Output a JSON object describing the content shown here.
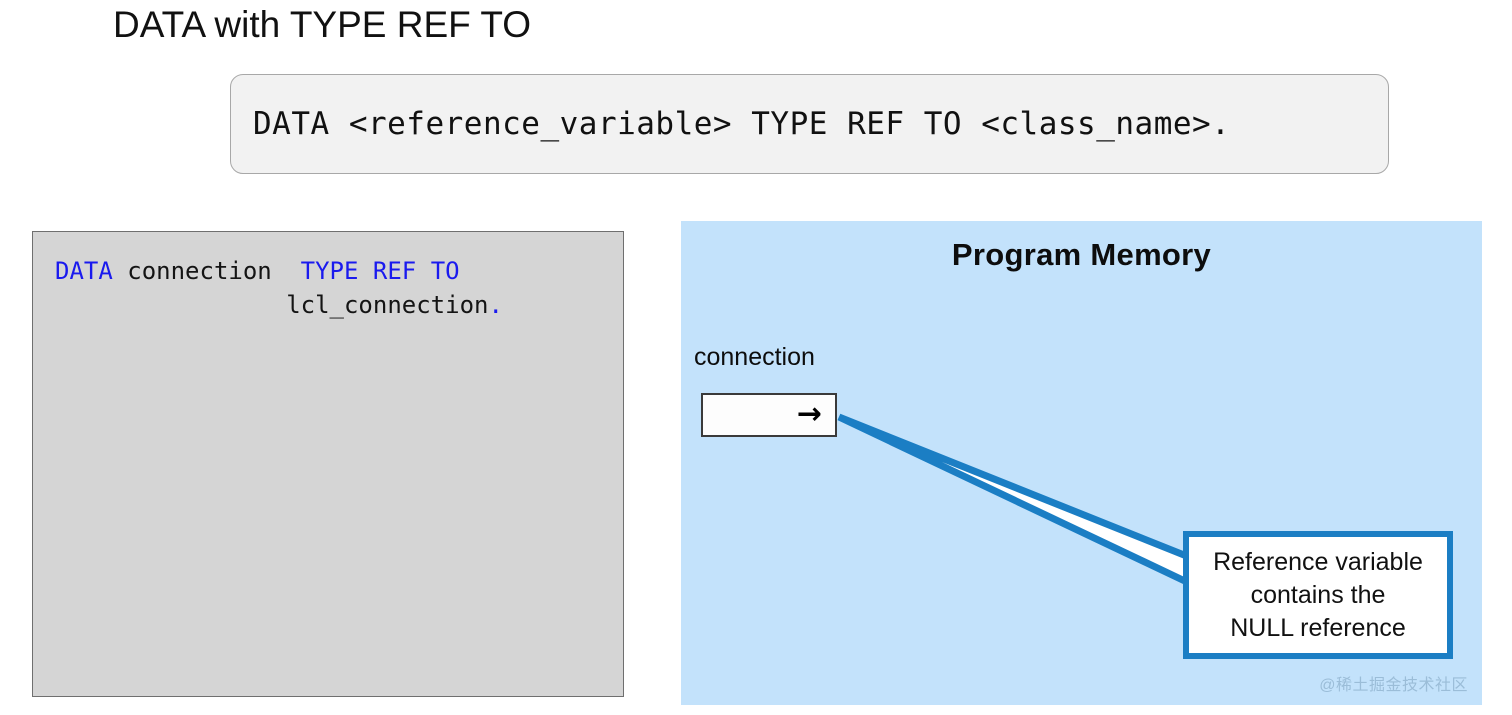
{
  "slide": {
    "title": "DATA with TYPE REF TO"
  },
  "syntax": {
    "text": "DATA <reference_variable> TYPE REF TO <class_name>."
  },
  "code_panel": {
    "line1_keyword": "DATA",
    "line1_identifier": "connection",
    "line1_keyword2": "TYPE REF TO",
    "line2_identifier": "lcl_connection",
    "line2_punctuation": ".",
    "keyword_color": "#1a1aee",
    "identifier_color": "#141414",
    "background_color": "#d5d5d5"
  },
  "memory_panel": {
    "title": "Program Memory",
    "variable_label": "connection",
    "reference_box_glyph": "→",
    "background_color": "#c3e2fb",
    "callout": {
      "text": "Reference variable\ncontains the\nNULL reference",
      "border_color": "#1b7ec4",
      "background_color": "#ffffff"
    }
  },
  "watermark": {
    "text": "@稀土掘金技术社区",
    "color": "#9bbdd8"
  }
}
